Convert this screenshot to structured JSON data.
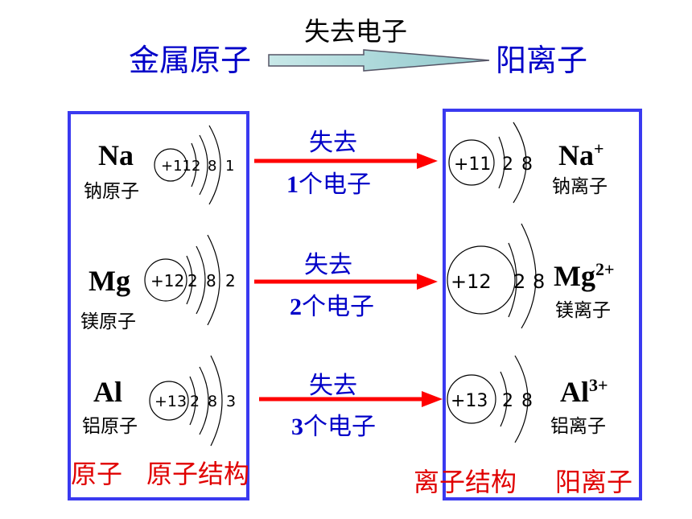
{
  "header": {
    "left": "金属原子",
    "right": "阳离子",
    "middle": "失去电子"
  },
  "atoms": [
    {
      "symbol": "Na",
      "name": "钠原子",
      "nucleus": "+11",
      "shells": [
        "2",
        "8",
        "1"
      ]
    },
    {
      "symbol": "Mg",
      "name": "镁原子",
      "nucleus": "+12",
      "shells": [
        "2",
        "8",
        "2"
      ]
    },
    {
      "symbol": "Al",
      "name": "铝原子",
      "nucleus": "+13",
      "shells": [
        "2",
        "8",
        "3"
      ]
    }
  ],
  "transitions": [
    {
      "action": "失去",
      "count": "1",
      "unit": "个电子"
    },
    {
      "action": "失去",
      "count": "2",
      "unit": "个电子"
    },
    {
      "action": "失去",
      "count": "3",
      "unit": "个电子"
    }
  ],
  "ions": [
    {
      "symbol": "Na",
      "charge": "+",
      "name": "钠离子",
      "nucleus": "+11",
      "shells": [
        "2",
        "8"
      ]
    },
    {
      "symbol": "Mg",
      "charge": "2+",
      "name": "镁离子",
      "nucleus": "+12",
      "shells": [
        "2",
        "8"
      ]
    },
    {
      "symbol": "Al",
      "charge": "3+",
      "name": "铝离子",
      "nucleus": "+13",
      "shells": [
        "2",
        "8"
      ]
    }
  ],
  "footer": {
    "left_a": "原子",
    "left_b": "原子结构",
    "right_a": "离子结构",
    "right_b": "阳离子"
  },
  "colors": {
    "title": "#0000c8",
    "arrow": "#ff0000",
    "box": "#3a3af0",
    "label": "#e00000"
  }
}
